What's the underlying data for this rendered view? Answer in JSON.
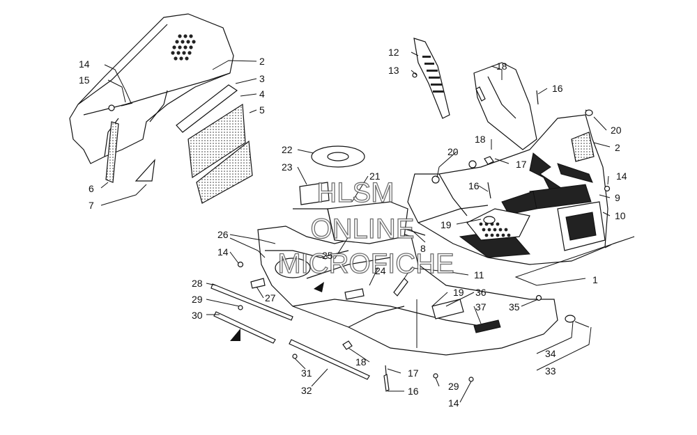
{
  "watermark": {
    "line1": "HLSM",
    "line2": "ONLINE",
    "line3": "MICROFICHE"
  },
  "callouts": [
    {
      "id": "c14a",
      "text": "14"
    },
    {
      "id": "c15",
      "text": "15"
    },
    {
      "id": "c2a",
      "text": "2"
    },
    {
      "id": "c3",
      "text": "3"
    },
    {
      "id": "c4",
      "text": "4"
    },
    {
      "id": "c5",
      "text": "5"
    },
    {
      "id": "c6",
      "text": "6"
    },
    {
      "id": "c7",
      "text": "7"
    },
    {
      "id": "c12",
      "text": "12"
    },
    {
      "id": "c13",
      "text": "13"
    },
    {
      "id": "c18a",
      "text": "18"
    },
    {
      "id": "c16a",
      "text": "16"
    },
    {
      "id": "c20a",
      "text": "20"
    },
    {
      "id": "c2b",
      "text": "2"
    },
    {
      "id": "c14b",
      "text": "14"
    },
    {
      "id": "c9",
      "text": "9"
    },
    {
      "id": "c10",
      "text": "10"
    },
    {
      "id": "c22",
      "text": "22"
    },
    {
      "id": "c23",
      "text": "23"
    },
    {
      "id": "c21",
      "text": "21"
    },
    {
      "id": "c20b",
      "text": "20"
    },
    {
      "id": "c18b",
      "text": "18"
    },
    {
      "id": "c17a",
      "text": "17"
    },
    {
      "id": "c16b",
      "text": "16"
    },
    {
      "id": "c19a",
      "text": "19"
    },
    {
      "id": "c8",
      "text": "8"
    },
    {
      "id": "c26",
      "text": "26"
    },
    {
      "id": "c14c",
      "text": "14"
    },
    {
      "id": "c25",
      "text": "25"
    },
    {
      "id": "c24",
      "text": "24"
    },
    {
      "id": "c11",
      "text": "11"
    },
    {
      "id": "c1",
      "text": "1"
    },
    {
      "id": "c28",
      "text": "28"
    },
    {
      "id": "c27",
      "text": "27"
    },
    {
      "id": "c29a",
      "text": "29"
    },
    {
      "id": "c30",
      "text": "30"
    },
    {
      "id": "c19b",
      "text": "19"
    },
    {
      "id": "c36",
      "text": "36"
    },
    {
      "id": "c37",
      "text": "37"
    },
    {
      "id": "c35",
      "text": "35"
    },
    {
      "id": "c18c",
      "text": "18"
    },
    {
      "id": "c17b",
      "text": "17"
    },
    {
      "id": "c31",
      "text": "31"
    },
    {
      "id": "c32",
      "text": "32"
    },
    {
      "id": "c16c",
      "text": "16"
    },
    {
      "id": "c29b",
      "text": "29"
    },
    {
      "id": "c14d",
      "text": "14"
    },
    {
      "id": "c34",
      "text": "34"
    },
    {
      "id": "c33",
      "text": "33"
    }
  ]
}
